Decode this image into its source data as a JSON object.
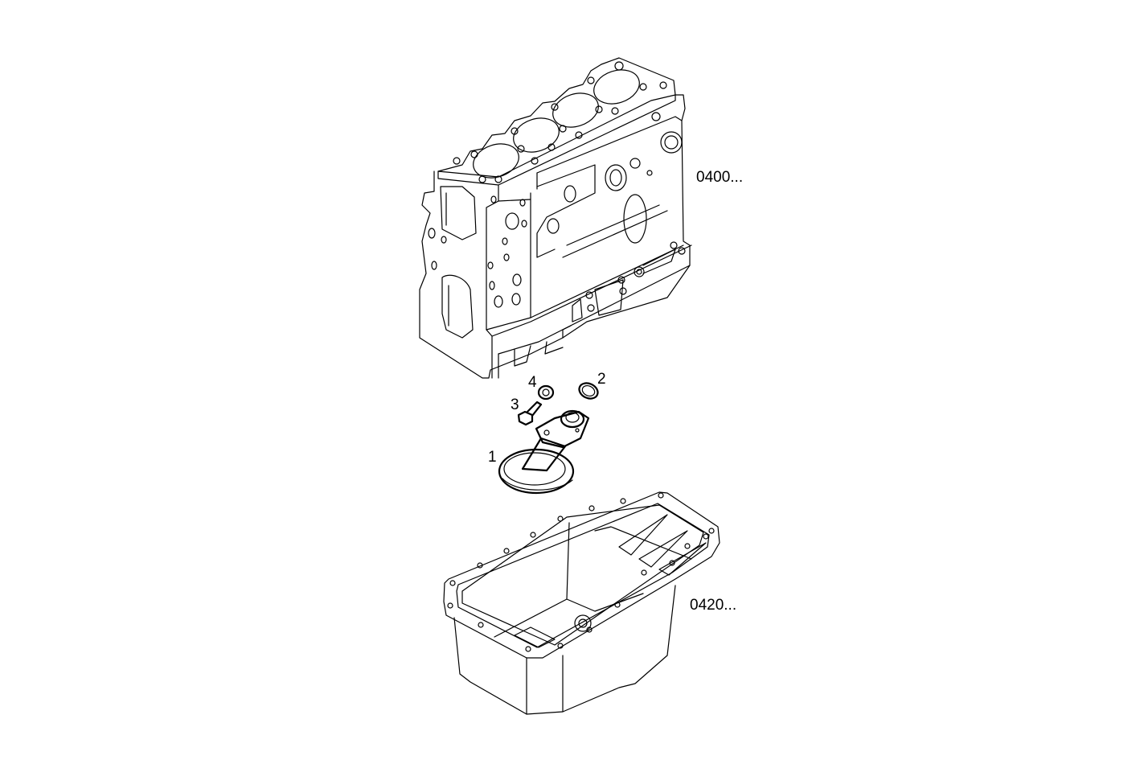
{
  "diagram": {
    "type": "exploded-parts-diagram",
    "background": "#ffffff",
    "line_color": "#000000",
    "assemblies": [
      {
        "id": "engine-block",
        "ref_label": "0400..."
      },
      {
        "id": "oil-pan",
        "ref_label": "0420..."
      }
    ],
    "callouts": [
      {
        "number": "1",
        "part": "oil-suction-strainer"
      },
      {
        "number": "2",
        "part": "gasket"
      },
      {
        "number": "3",
        "part": "screw"
      },
      {
        "number": "4",
        "part": "washer"
      }
    ]
  }
}
